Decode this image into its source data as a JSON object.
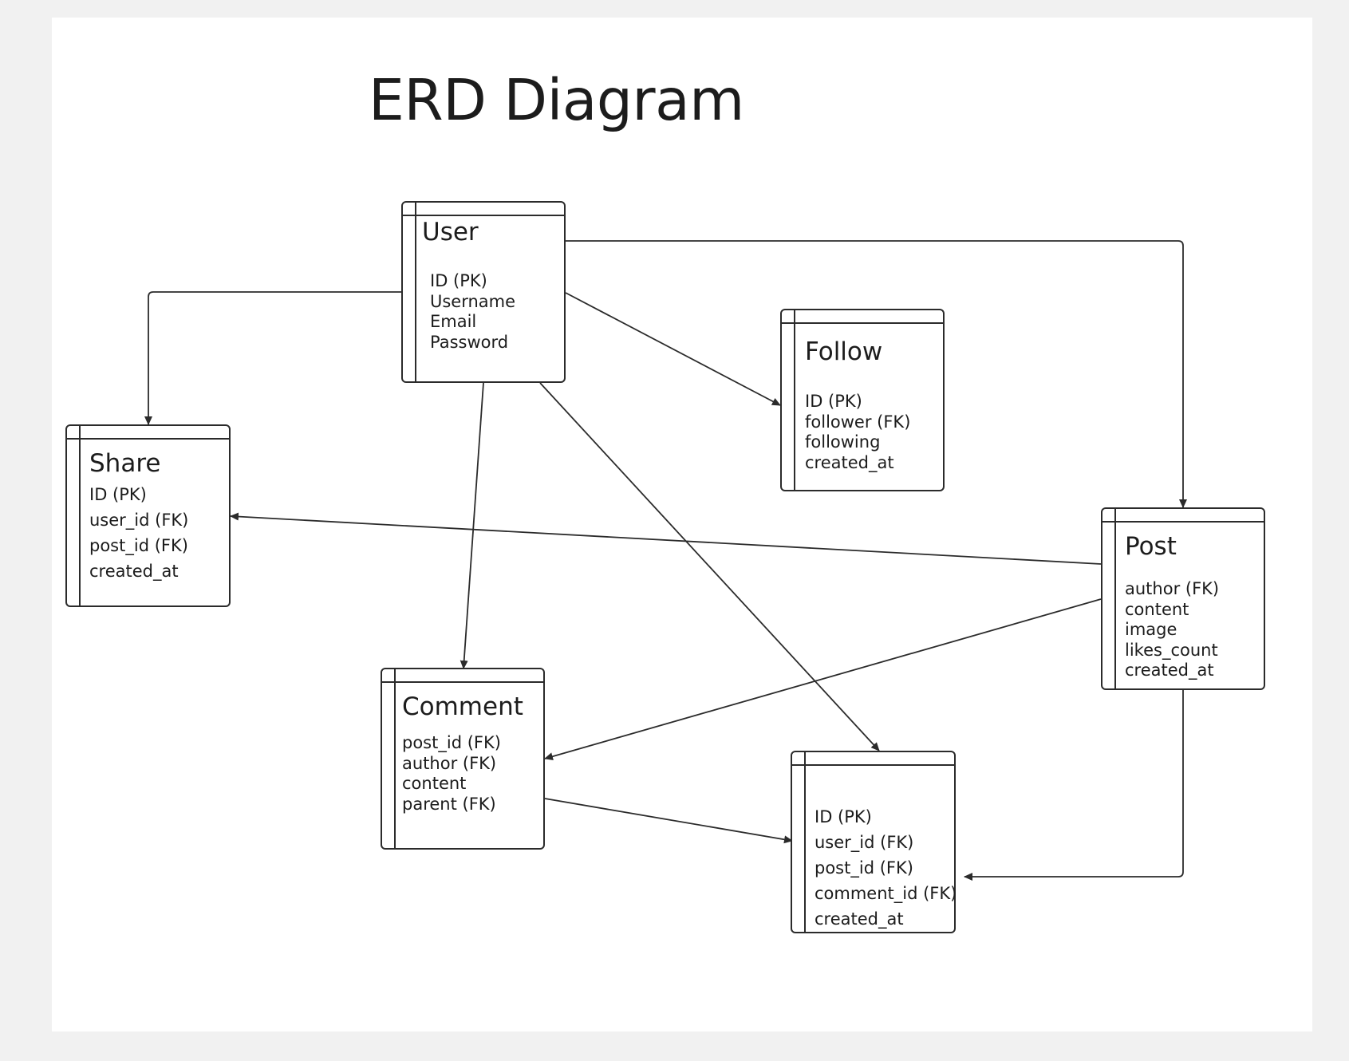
{
  "title": "ERD Diagram",
  "entities": {
    "user": {
      "name": "User",
      "attributes": [
        "ID (PK)",
        "Username",
        "Email",
        "Password"
      ]
    },
    "follow": {
      "name": "Follow",
      "attributes": [
        "ID (PK)",
        "follower (FK)",
        "following",
        "created_at"
      ]
    },
    "share": {
      "name": "Share",
      "attributes": [
        "ID (PK)",
        "user_id (FK)",
        "post_id (FK)",
        "created_at"
      ]
    },
    "post": {
      "name": "Post",
      "attributes": [
        "author (FK)",
        "content",
        "image",
        "likes_count",
        "created_at"
      ]
    },
    "comment": {
      "name": "Comment",
      "attributes": [
        "post_id (FK)",
        "author (FK)",
        "content",
        "parent (FK)"
      ]
    },
    "like": {
      "name": "",
      "attributes": [
        "ID (PK)",
        "user_id (FK)",
        "post_id (FK)",
        "comment_id (FK)",
        "created_at"
      ]
    }
  },
  "relationships": [
    {
      "from": "user",
      "to": "share"
    },
    {
      "from": "user",
      "to": "follow"
    },
    {
      "from": "user",
      "to": "post"
    },
    {
      "from": "user",
      "to": "comment"
    },
    {
      "from": "user",
      "to": "like"
    },
    {
      "from": "post",
      "to": "share"
    },
    {
      "from": "post",
      "to": "comment"
    },
    {
      "from": "post",
      "to": "like"
    },
    {
      "from": "comment",
      "to": "like"
    }
  ]
}
